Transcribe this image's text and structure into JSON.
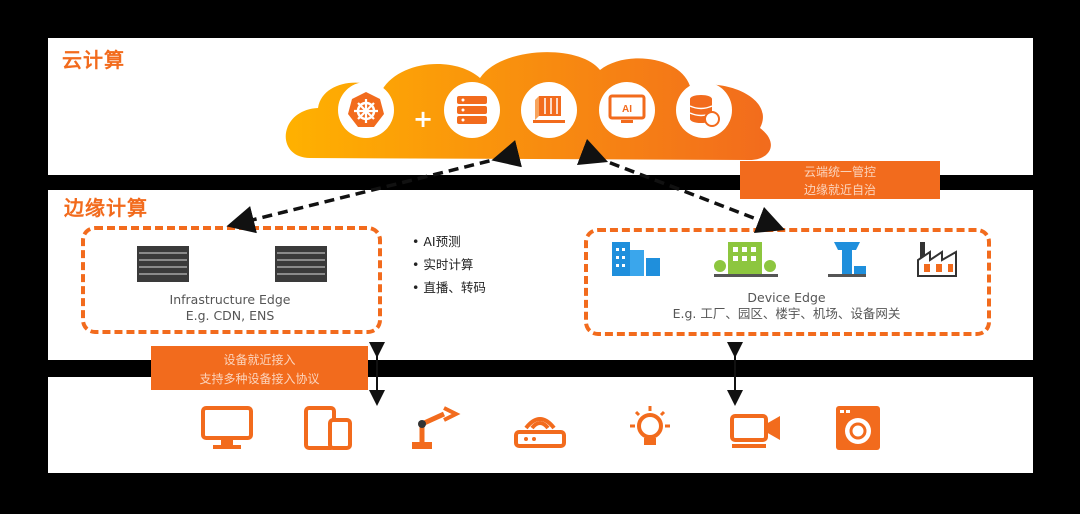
{
  "sections": {
    "cloud_title": "云计算",
    "edge_title": "边缘计算"
  },
  "cloud": {
    "plus": "+",
    "icons": [
      "kubernetes-helm-icon",
      "server-stack-icon",
      "container-box-icon",
      "ai-monitor-icon",
      "database-cloud-icon"
    ],
    "ai_label": "AI"
  },
  "infrastructure_edge": {
    "name": "Infrastructure Edge",
    "examples": "E.g. CDN, ENS"
  },
  "features": [
    "AI预测",
    "实时计算",
    "直播、转码"
  ],
  "device_edge": {
    "name": "Device Edge",
    "examples": "E.g. 工厂、园区、楼宇、机场、设备网关",
    "icons": [
      "office-building-icon",
      "park-building-icon",
      "airport-tower-icon",
      "factory-icon"
    ]
  },
  "labels": {
    "cloud_edge_line1": "云端统一管控",
    "cloud_edge_line2": "边缘就近自治",
    "device_access_line1": "设备就近接入",
    "device_access_line2": "支持多种设备接入协议"
  },
  "devices": [
    "monitor-icon",
    "tablet-phone-icon",
    "robot-arm-icon",
    "router-icon",
    "lightbulb-icon",
    "video-camera-icon",
    "washing-machine-icon"
  ],
  "colors": {
    "accent": "#f26b1d",
    "cloud_gradient_start": "#ffb100",
    "cloud_gradient_end": "#f26b1d",
    "icon_blue": "#1f8fdc",
    "icon_green": "#8dc63f"
  }
}
